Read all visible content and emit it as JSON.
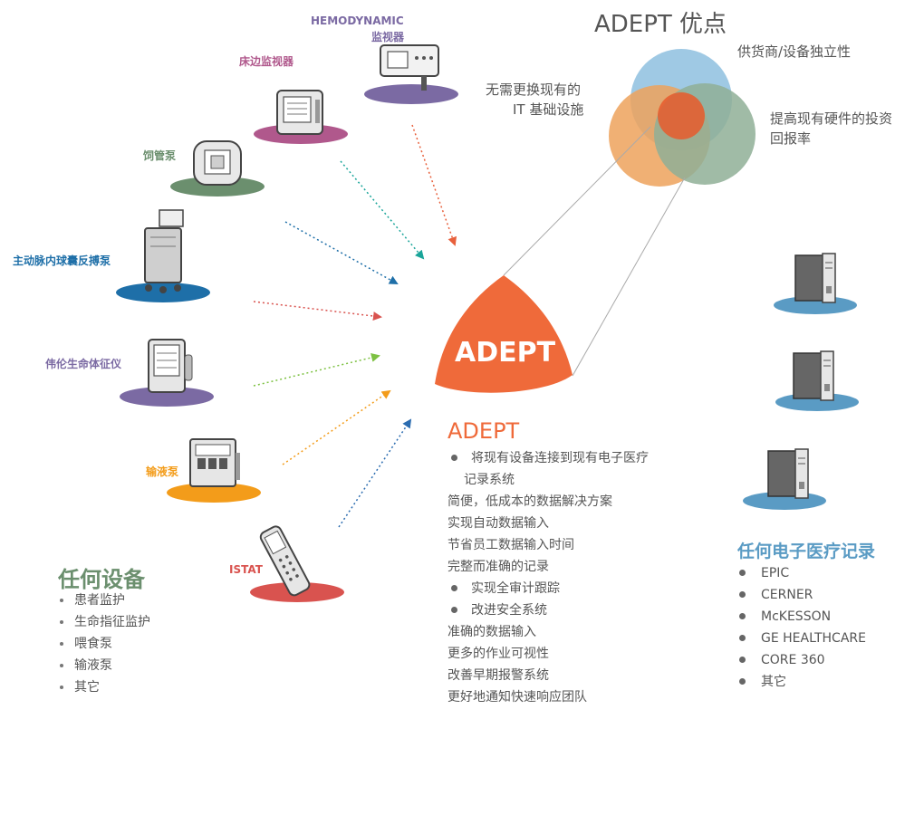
{
  "colors": {
    "adept_orange": "#ef6a3a",
    "green": "#6b8f6e",
    "blue": "#5a9bc4",
    "purple": "#7b6aa3",
    "magenta": "#b0588c",
    "red": "#d9534f",
    "infusion_orange": "#f39c1a",
    "venn_blue": "#8ebfdf",
    "venn_orange": "#eda25c",
    "venn_green": "#8faf97"
  },
  "devices": [
    {
      "id": "hemo",
      "label_line1": "HEMODYNAMIC",
      "label_line2": "监视器",
      "color": "#7b6aa3"
    },
    {
      "id": "bedside",
      "label": "床边监视器",
      "color": "#b0588c"
    },
    {
      "id": "feeding",
      "label": "饲管泵",
      "color": "#6b8f6e"
    },
    {
      "id": "iabp",
      "label": "主动脉内球囊反搏泵",
      "color": "#1e6fa8"
    },
    {
      "id": "welch",
      "label": "伟伦生命体征仪",
      "color": "#7b6aa3"
    },
    {
      "id": "infusion",
      "label": "输液泵",
      "color": "#f39c1a"
    },
    {
      "id": "istat",
      "label": "ISTAT",
      "color": "#d9534f"
    }
  ],
  "benefits": {
    "title": "ADEPT 优点",
    "label_vendor": "供货商/设备独立性",
    "label_it_line1": "无需更换现有的",
    "label_it_line2": "IT 基础设施",
    "label_roi_line1": "提高现有硬件的投资",
    "label_roi_line2": "回报率"
  },
  "hub": {
    "label": "ADEPT"
  },
  "adept_section": {
    "title": "ADEPT",
    "items": [
      {
        "style": "b",
        "text": "将现有设备连接到现有电子医疗"
      },
      {
        "style": "i",
        "text": "记录系统"
      },
      {
        "style": "n",
        "text": "简便，低成本的数据解决方案"
      },
      {
        "style": "n",
        "text": "实现自动数据输入"
      },
      {
        "style": "n",
        "text": "节省员工数据输入时间"
      },
      {
        "style": "n",
        "text": "完整而准确的记录"
      },
      {
        "style": "b",
        "text": "实现全审计跟踪"
      },
      {
        "style": "b",
        "text": "改进安全系统"
      },
      {
        "style": "n",
        "text": "准确的数据输入"
      },
      {
        "style": "n",
        "text": "更多的作业可视性"
      },
      {
        "style": "n",
        "text": "改善早期报警系统"
      },
      {
        "style": "n",
        "text": "更好地通知快速响应团队"
      }
    ]
  },
  "any_device": {
    "title": "任何设备",
    "items": [
      "患者监护",
      "生命指征监护",
      "喂食泵",
      "输液泵",
      "其它"
    ]
  },
  "ehr": {
    "title": "任何电子医疗记录",
    "items": [
      "EPIC",
      "CERNER",
      "McKESSON",
      "GE HEALTHCARE",
      "CORE 360",
      "其它"
    ]
  },
  "icons": [
    "monitor-icon",
    "pump-icon",
    "cart-icon",
    "handheld-icon",
    "server-icon"
  ]
}
